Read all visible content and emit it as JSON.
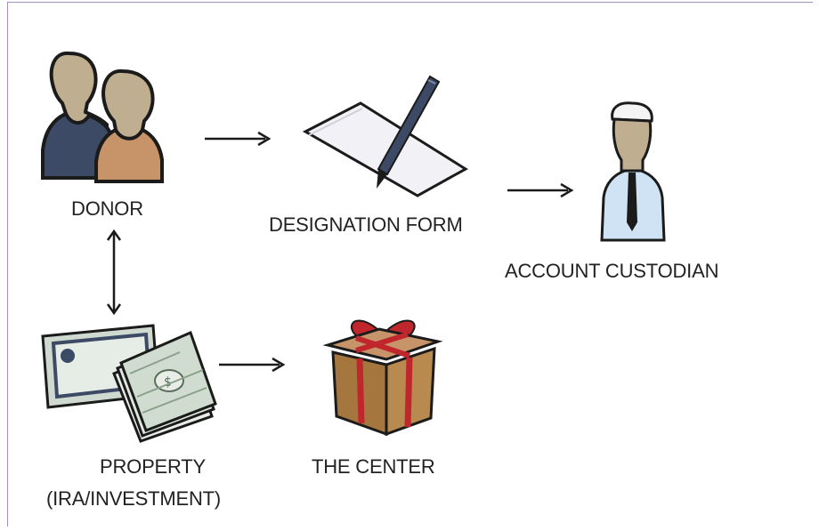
{
  "diagram": {
    "nodes": {
      "donor": {
        "label": "DONOR",
        "icon": "donor-people-icon"
      },
      "designation_form": {
        "label": "DESIGNATION FORM",
        "icon": "document-pen-icon"
      },
      "account_custodian": {
        "label": "ACCOUNT CUSTODIAN",
        "icon": "custodian-person-icon"
      },
      "property": {
        "label_line1": "PROPERTY",
        "label_line2": "(IRA/INVESTMENT)",
        "icon": "money-property-icon"
      },
      "the_center": {
        "label": "THE CENTER",
        "icon": "gift-box-icon"
      }
    },
    "edges": [
      {
        "from": "donor",
        "to": "designation_form",
        "style": "arrow"
      },
      {
        "from": "designation_form",
        "to": "account_custodian",
        "style": "arrow"
      },
      {
        "from": "donor",
        "to": "property",
        "style": "double-arrow"
      },
      {
        "from": "property",
        "to": "the_center",
        "style": "arrow"
      }
    ],
    "colors": {
      "frame": "#a48fbf",
      "person_dark": "#3d4a66",
      "person_tan": "#c69468",
      "skin": "#bfae8f",
      "paper": "#f2f2f6",
      "pen": "#3d4a66",
      "shirt": "#cfe3f5",
      "gift": "#a5773f",
      "ribbon": "#c0272d",
      "money": "#cfd9cf"
    }
  }
}
